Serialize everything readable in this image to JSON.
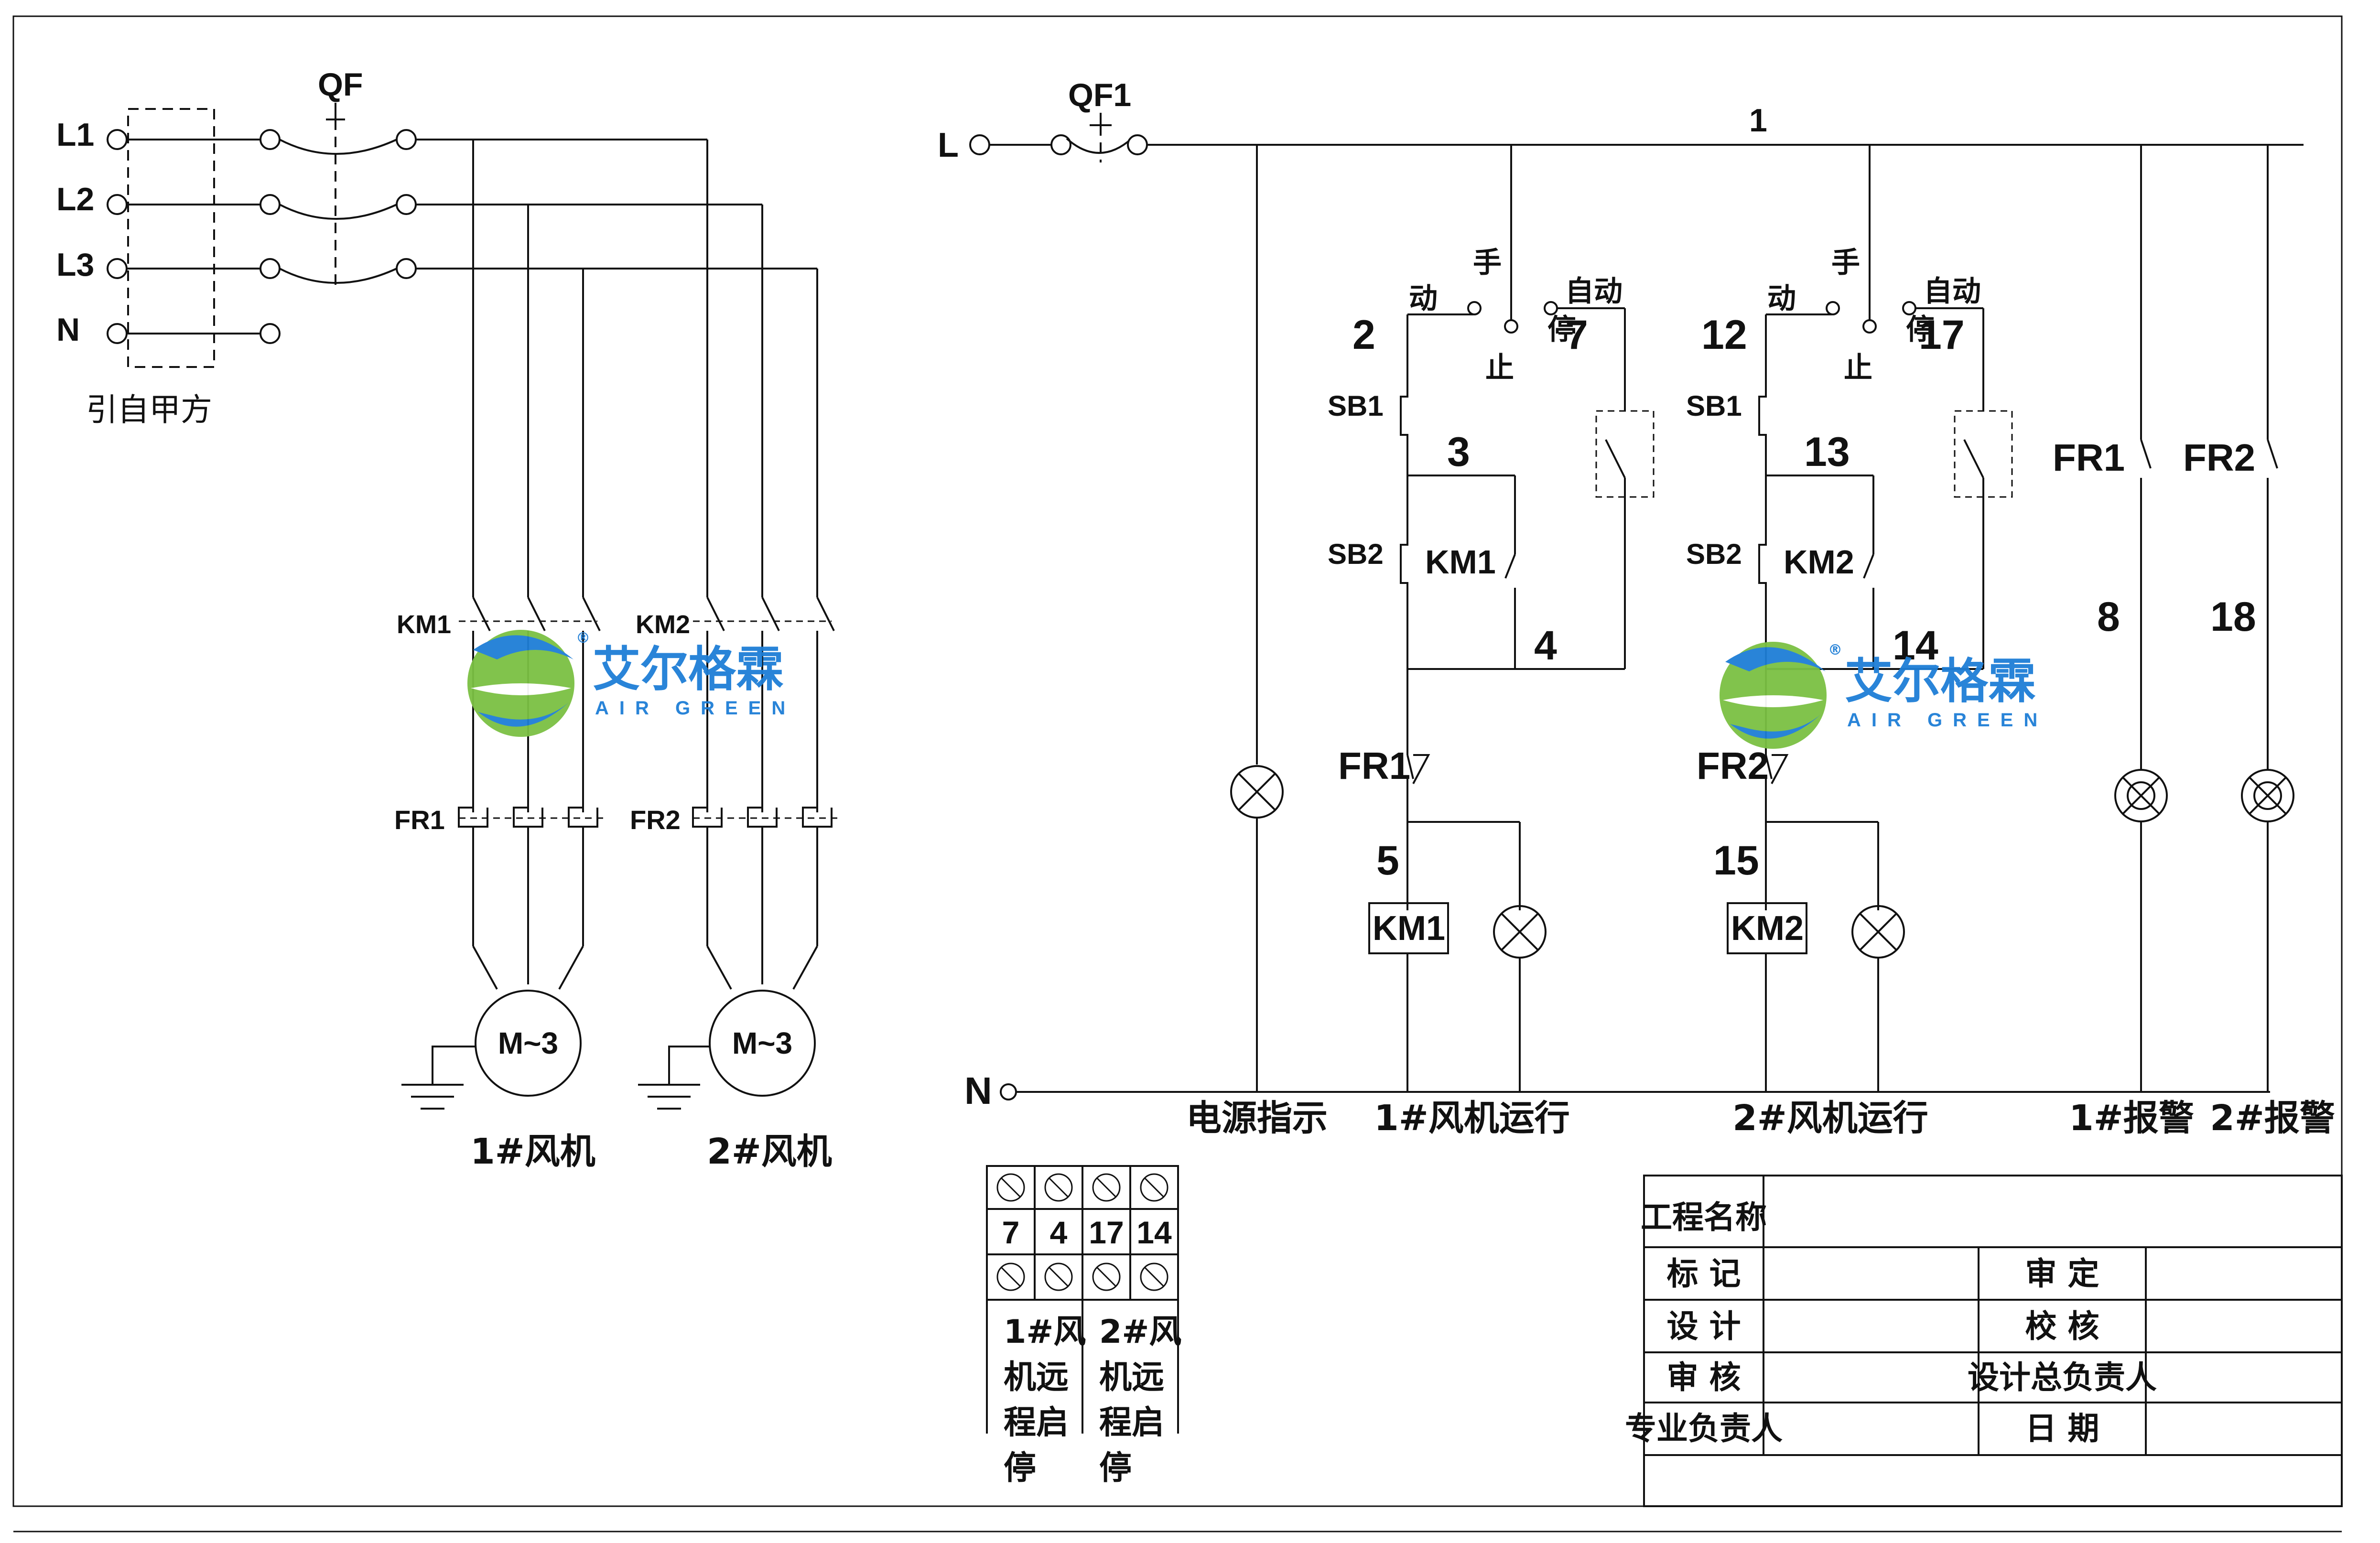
{
  "left_circuit": {
    "breaker": "QF",
    "phases": [
      "L1",
      "L2",
      "L3",
      "N"
    ],
    "source_note": "引自甲方",
    "contactor_1": "KM1",
    "contactor_2": "KM2",
    "relay_1": "FR1",
    "relay_2": "FR2",
    "motor_symbol": "M~3",
    "motor_1": "1#风机",
    "motor_2": "2#风机"
  },
  "control_circuit": {
    "breaker": "QF1",
    "live": "L",
    "neutral": "N",
    "node_1": "1",
    "branch_1": {
      "manual": "手",
      "run": "动",
      "stop": "止",
      "auto": "自动",
      "off": "停",
      "n2": "2",
      "n3": "3",
      "n4": "4",
      "n5": "5",
      "n7": "7",
      "sb1": "SB1",
      "sb2": "SB2",
      "km": "KM1",
      "fr": "FR1",
      "coil": "KM1"
    },
    "branch_2": {
      "manual": "手",
      "run": "动",
      "stop": "止",
      "auto": "自动",
      "off": "停",
      "n2": "12",
      "n3": "13",
      "n4": "14",
      "n5": "15",
      "n7": "17",
      "sb1": "SB1",
      "sb2": "SB2",
      "km": "KM2",
      "fr": "FR2",
      "coil": "KM2"
    },
    "alarm_1": {
      "contact": "FR1",
      "node": "8"
    },
    "alarm_2": {
      "contact": "FR2",
      "node": "18"
    },
    "bottom_labels": [
      "电源指示",
      "1#风机运行",
      "2#风机运行",
      "1#报警",
      "2#报警"
    ]
  },
  "terminal_block": {
    "numbers": [
      "7",
      "4",
      "17",
      "14"
    ],
    "note_1": [
      "1#风",
      "机远",
      "程启",
      "停"
    ],
    "note_2": [
      "2#风",
      "机远",
      "程启",
      "停"
    ]
  },
  "title_block": {
    "project_name": "工程名称",
    "mark": "标  记",
    "design": "设  计",
    "review": "审  核",
    "specialist": "专业负责人",
    "approve": "审 定",
    "check": "校  核",
    "chief": "设计总负责人",
    "date": "日 期"
  },
  "watermark": {
    "cn": "艾尔格霖",
    "en": "AIR GREEN",
    "reg": "®"
  },
  "colors": {
    "ink": "#111111",
    "logo_blue": "#1e7ed6",
    "logo_green": "#7bc043"
  }
}
